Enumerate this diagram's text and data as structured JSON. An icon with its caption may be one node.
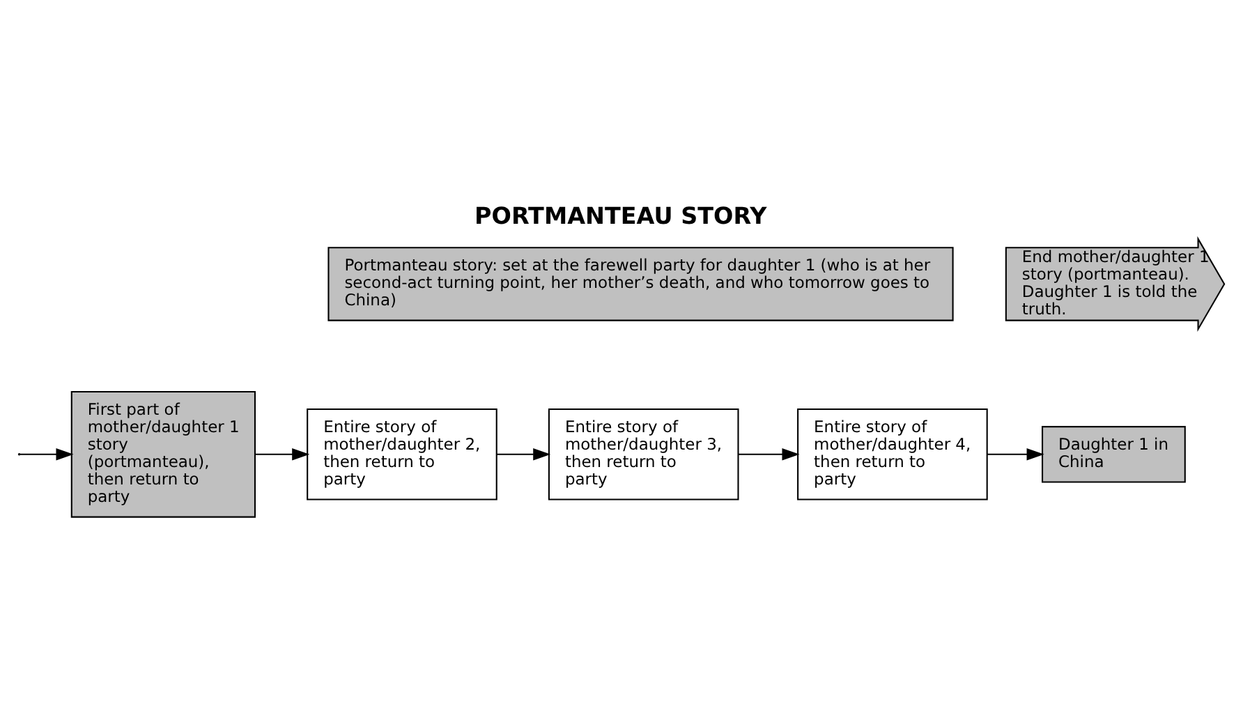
{
  "diagram": {
    "title": "PORTMANTEAU STORY",
    "nodes": [
      {
        "text": [
          "Portmanteau story: set at the farewell party for daughter 1 (who is at her second-act turning point, her mother’s death, and who tomorrow goes to China)"
        ]
      },
      {
        "text": [
          "End mother/daughter 1 story (portmanteau). Daughter 1 is told the truth."
        ]
      },
      {
        "text": [
          "First part of mother/daughter 1 story (portmanteau), then return to party"
        ]
      },
      {
        "text": [
          "Entire story of mother/daughter 2, then return to party"
        ]
      },
      {
        "text": [
          "Entire story of mother/daughter 3, then return to party"
        ]
      },
      {
        "text": [
          "Entire story of mother/daughter 4, then return to party"
        ]
      },
      {
        "text": [
          "Daughter 1 in China"
        ]
      }
    ],
    "edges": [
      {
        "from": null,
        "to": 2,
        "arrow": "to"
      },
      {
        "from": 2,
        "to": 3,
        "arrow": "to"
      },
      {
        "from": 3,
        "to": 4,
        "arrow": "to"
      },
      {
        "from": 4,
        "to": 5,
        "arrow": "to"
      },
      {
        "from": 5,
        "to": 6,
        "arrow": "to"
      }
    ]
  }
}
